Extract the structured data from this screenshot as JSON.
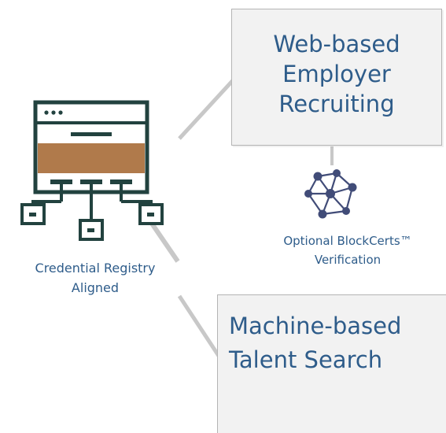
{
  "diagram": {
    "registry": {
      "caption": "Credential Registry\nAligned",
      "icon": "website-sitemap-icon"
    },
    "employer_recruiting": {
      "label": "Web-based\nEmployer\nRecruiting"
    },
    "blockcerts": {
      "caption": "Optional BlockCerts™\nVerification",
      "icon": "network-nodes-icon"
    },
    "talent_search": {
      "label": "Machine-based\nTalent Search"
    },
    "colors": {
      "text": "#2e5c8a",
      "icon_dark": "#22423f",
      "icon_accent": "#b07a4b",
      "network": "#414c78",
      "box_fill": "#f2f2f2",
      "box_border": "#b4b4b4",
      "connector": "#c8c8c8"
    }
  }
}
